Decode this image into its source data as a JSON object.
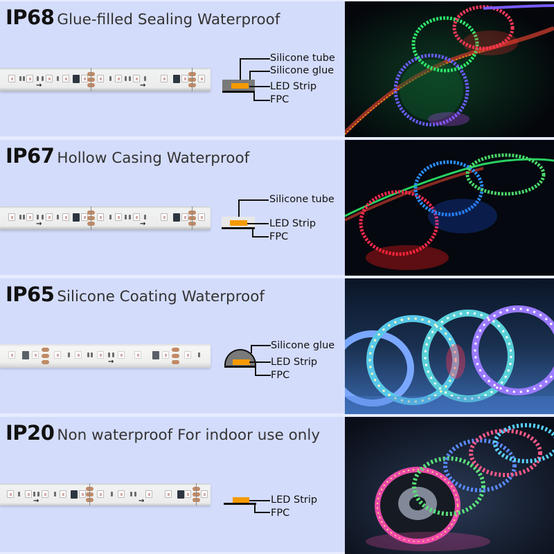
{
  "sections": [
    {
      "code": "IP68",
      "description": "Glue-filled Sealing Waterproof",
      "diagram_labels": [
        "Silicone tube",
        "Silicone glue",
        "LED Strip",
        "FPC"
      ],
      "photo_desc": "rgb-led-strip-ip68-wet-surface"
    },
    {
      "code": "IP67",
      "description": "Hollow Casing Waterproof",
      "diagram_labels": [
        "Silicone tube",
        "LED Strip",
        "FPC"
      ],
      "photo_desc": "rgb-led-strip-ip67-wet-surface"
    },
    {
      "code": "IP65",
      "description": "Silicone Coating Waterproof",
      "diagram_labels": [
        "Silicone glue",
        "LED Strip",
        "FPC"
      ],
      "photo_desc": "rgb-led-strip-ip65-coils"
    },
    {
      "code": "IP20",
      "description": "Non waterproof For indoor use only",
      "diagram_labels": [
        "LED Strip",
        "FPC"
      ],
      "photo_desc": "rgb-led-strip-ip20-reel"
    }
  ],
  "colors": {
    "background": "#d4dcfc",
    "led_chip": "#f59a00",
    "text_dark": "#111111"
  }
}
